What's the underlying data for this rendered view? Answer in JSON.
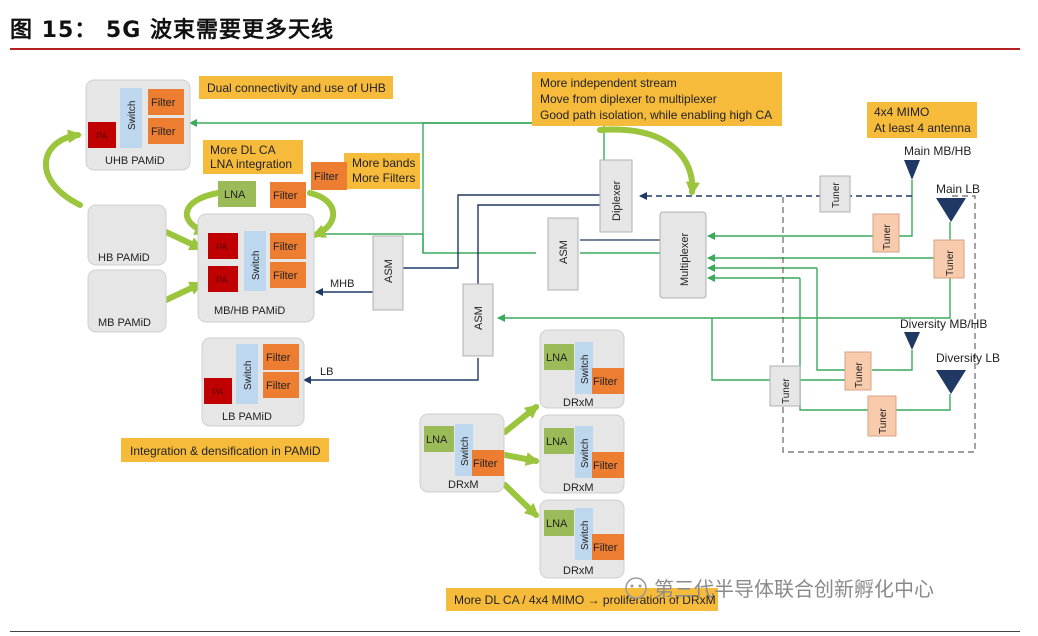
{
  "header": {
    "title": "图 15：  5G 波束需要更多天线"
  },
  "watermark": {
    "text": "第三代半导体联合创新孵化中心"
  },
  "notes": {
    "uhb": "Dual connectivity and use of UHB",
    "dlca": [
      "More DL CA",
      "LNA integration"
    ],
    "bands": [
      "More bands",
      "More Filters"
    ],
    "stream": [
      "More independent stream",
      "Move from diplexer to multiplexer",
      "Good path isolation, while enabling high CA"
    ],
    "mimo": [
      "4x4 MIMO",
      "At least 4 antenna"
    ],
    "integration": "Integration & densification in PAMiD",
    "drxm": "More DL CA / 4x4 MIMO → proliferation of DRxM"
  },
  "blocks": {
    "pa": "PA",
    "switch": "Switch",
    "filter": "Filter",
    "lna": "LNA",
    "asm": "ASM",
    "tuner": "Tuner",
    "diplexer": "Diplexer",
    "multiplexer": "Multiplexer"
  },
  "modules": {
    "uhb": "UHB PAMiD",
    "hb": "HB PAMiD",
    "mb": "MB PAMiD",
    "mbhb": "MB/HB PAMiD",
    "lb": "LB PAMiD",
    "drxm": "DRxM"
  },
  "signals": {
    "mhb": "MHB",
    "lb": "LB"
  },
  "antennas": {
    "main_mbhb": "Main MB/HB",
    "main_lb": "Main LB",
    "div_mbhb": "Diversity MB/HB",
    "div_lb": "Diversity LB"
  },
  "colors": {
    "note_bg": "#f7bb3c",
    "filter": "#ed7d31",
    "pa": "#c00000",
    "switch": "#bdd7ee",
    "lna": "#9bbb59",
    "tuner": "#f8cbad",
    "module_bg": "#e6e6e6",
    "green_line": "#3aaa5c",
    "navy_line": "#1f3864",
    "arrow_green": "#9bc53d",
    "antenna": "#1f3864"
  }
}
